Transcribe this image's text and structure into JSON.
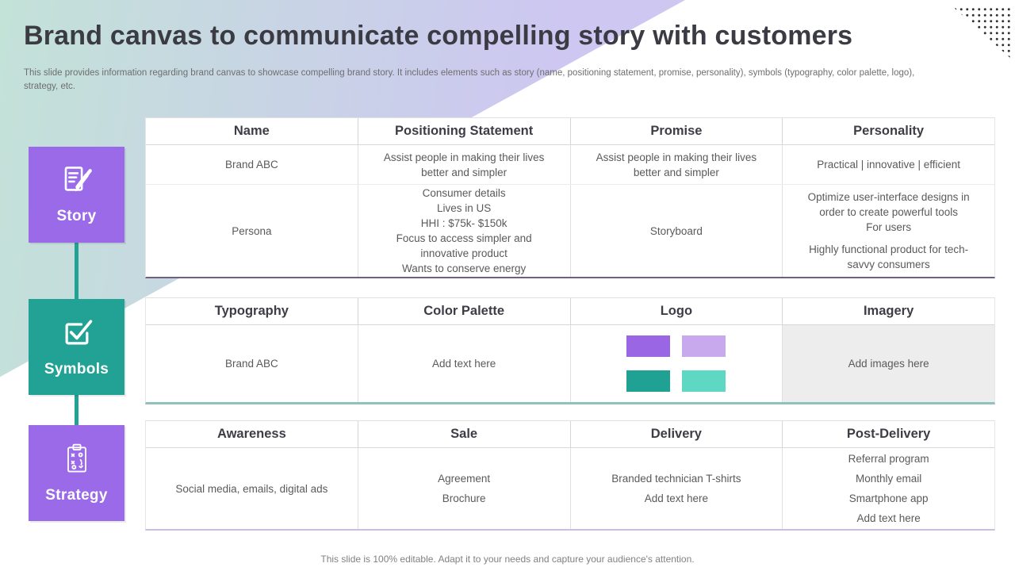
{
  "slide": {
    "title": "Brand canvas to communicate compelling story with customers",
    "subtitle": "This slide provides information regarding brand canvas to showcase compelling brand story. It includes elements such as story (name, positioning statement, promise, personality), symbols (typography, color palette, logo), strategy, etc.",
    "footer": "This slide is 100% editable. Adapt it to your needs and capture your audience's attention."
  },
  "sidebar": {
    "connector_color": "#21a294",
    "items": [
      {
        "label": "Story",
        "icon": "document-edit-icon",
        "color": "#9a6ae8"
      },
      {
        "label": "Symbols",
        "icon": "checkbox-check-icon",
        "color": "#21a294"
      },
      {
        "label": "Strategy",
        "icon": "strategy-clipboard-icon",
        "color": "#9a6ae8"
      }
    ]
  },
  "tables": [
    {
      "id": "story",
      "accent_color": "#6f6080",
      "accent_height": 2,
      "columns": [
        "Name",
        "Positioning Statement",
        "Promise",
        "Personality"
      ],
      "rows": [
        {
          "height": 49,
          "cells": [
            {
              "lines": [
                "Brand ABC"
              ]
            },
            {
              "lines": [
                "Assist people in making their lives",
                "better and simpler"
              ]
            },
            {
              "lines": [
                "Assist people in making their lives",
                "better and simpler"
              ]
            },
            {
              "lines": [
                "Practical | innovative | efficient"
              ]
            }
          ]
        },
        {
          "height": 116,
          "cells": [
            {
              "lines": [
                "Persona"
              ]
            },
            {
              "lines": [
                "Consumer details",
                "Lives in US",
                "HHI : $75k- $150k",
                "Focus to access simpler and",
                "innovative product",
                "Wants to conserve energy"
              ]
            },
            {
              "lines": [
                "Storyboard"
              ]
            },
            {
              "lines": [
                "Optimize user-interface designs in",
                "order to create powerful tools",
                "For users",
                "",
                "Highly functional product for tech-",
                "savvy consumers"
              ]
            }
          ]
        }
      ]
    },
    {
      "id": "symbols",
      "accent_color": "#8fc2bc",
      "accent_height": 3,
      "columns": [
        "Typography",
        "Color Palette",
        "Logo",
        "Imagery"
      ],
      "rows": [
        {
          "height": 97,
          "cells": [
            {
              "lines": [
                "Brand ABC"
              ]
            },
            {
              "lines": [
                "Add text here"
              ]
            },
            {
              "swatches": [
                "#9a66e3",
                "#c9a9ee",
                "#1fa193",
                "#5ed8c3"
              ]
            },
            {
              "lines": [
                "Add images here"
              ],
              "bg": "#ededed"
            }
          ]
        }
      ]
    },
    {
      "id": "strategy",
      "accent_color": "#cabde8",
      "accent_height": 2,
      "columns": [
        "Awareness",
        "Sale",
        "Delivery",
        "Post-Delivery"
      ],
      "rows": [
        {
          "height": 102,
          "cells": [
            {
              "lines": [
                "Social media, emails, digital ads"
              ]
            },
            {
              "lines": [
                "Agreement",
                "Brochure"
              ],
              "spread": true
            },
            {
              "lines": [
                "Branded technician T-shirts",
                "Add text here"
              ],
              "spread": true
            },
            {
              "lines": [
                "Referral program",
                "Monthly email",
                "Smartphone app",
                "Add text here"
              ],
              "spread": true
            }
          ]
        }
      ]
    }
  ]
}
